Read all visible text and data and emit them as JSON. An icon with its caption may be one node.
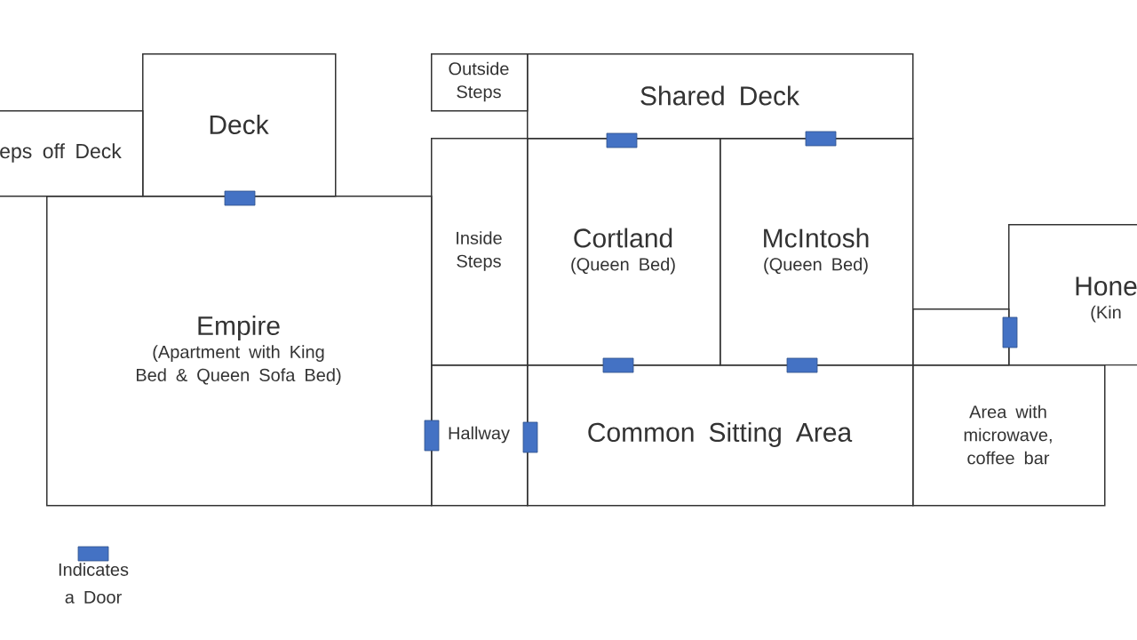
{
  "diagram": {
    "nodes": [
      {
        "text": [
          "Deck"
        ]
      },
      {
        "text": [
          "Outside Steps"
        ]
      },
      {
        "text": [
          "Shared Deck"
        ]
      },
      {
        "text": [
          "eps off Deck"
        ]
      },
      {
        "text": [
          "Empire",
          "(Apartment with King Bed & Queen Sofa Bed)"
        ]
      },
      {
        "text": [
          "Inside Steps"
        ]
      },
      {
        "text": [
          "Cortland",
          "(Queen Bed)"
        ]
      },
      {
        "text": [
          "McIntosh",
          "(Queen Bed)"
        ]
      },
      {
        "text": [
          "Hone",
          "(Kin"
        ]
      },
      {
        "text": [],
        "shape": "box"
      },
      {
        "text": [
          "Hallway"
        ]
      },
      {
        "text": [
          "Common Sitting Area"
        ]
      },
      {
        "text": [
          "Area with microwave, coffee bar"
        ]
      }
    ],
    "legend": [
      {
        "text": "Indicates a Door",
        "color": "#4472c4"
      }
    ]
  }
}
